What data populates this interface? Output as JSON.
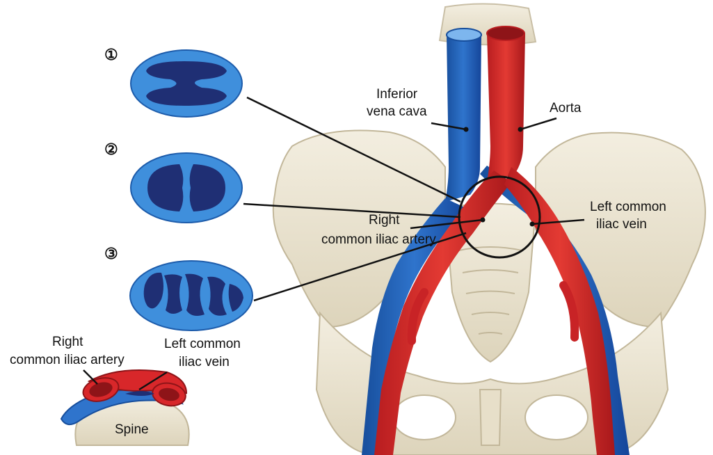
{
  "labels": {
    "inferior_vena_cava": [
      "Inferior",
      "vena cava"
    ],
    "aorta": "Aorta",
    "left_common_iliac_vein": [
      "Left common",
      "iliac vein"
    ],
    "right_common_iliac_artery": [
      "Right",
      "common iliac artery"
    ],
    "inset_right_common_iliac_artery": [
      "Right",
      "common iliac artery"
    ],
    "inset_left_common_iliac_vein": [
      "Left common",
      "iliac vein"
    ],
    "spine": "Spine"
  },
  "cross_sections": [
    {
      "number": "①"
    },
    {
      "number": "②"
    },
    {
      "number": "③"
    }
  ],
  "colors": {
    "vein": "#1b5fb5",
    "vein_light": "#3f8fdc",
    "vein_dark": "#1f2f74",
    "artery": "#d8272a",
    "artery_dark": "#8e1418",
    "bone": "#ede6d3",
    "bone_shadow": "#cfc6ae",
    "outline": "#111111"
  }
}
